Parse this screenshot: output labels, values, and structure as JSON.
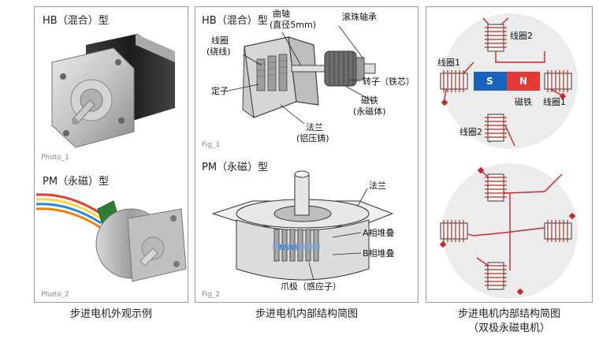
{
  "panel1": {
    "hb_title": "HB（混合）型",
    "pm_title": "PM（永磁）型",
    "photo1_tag": "Photo_1",
    "photo2_tag": "Photo_2"
  },
  "panel2": {
    "hb_title": "HB（混合）型",
    "fig1_tag": "Fig_1",
    "fig2_tag": "Fig_2",
    "pm_title": "PM（永磁）型",
    "labels": {
      "crankshaft": "曲轴",
      "crankshaft_note": "(直径5mm)",
      "bearing": "滚珠轴承",
      "coil": "线圈",
      "coil_note": "(绕线)",
      "stator": "定子",
      "rotor": "转子（铁芯）",
      "magnet": "磁铁",
      "magnet_note": "(永磁体)",
      "flange": "法兰",
      "flange_note": "(铝压铸)",
      "flange2": "法兰",
      "stack_a": "A相堆叠",
      "stack_b": "B相堆叠",
      "claw_pole": "爪极（感应子）",
      "nsns": "NSNS"
    }
  },
  "panel3": {
    "coil1_left": "线圈1",
    "coil1_right": "线圈1",
    "coil2_top": "线圈2",
    "coil2_bottom": "线圈2",
    "magnet_label": "磁铁",
    "pole_s": "S",
    "pole_n": "N"
  },
  "captions": {
    "left": "步进电机外观示例",
    "middle": "步进电机内部结构简图",
    "right_line1": "步进电机内部结构简图",
    "right_line2": "（双极永磁电机）"
  },
  "colors": {
    "magnet_blue": "#1565c0",
    "magnet_red": "#e53935",
    "coil_wire": "#b03020",
    "lead_red": "#c62828",
    "label_blue": "#1e6fc0"
  }
}
